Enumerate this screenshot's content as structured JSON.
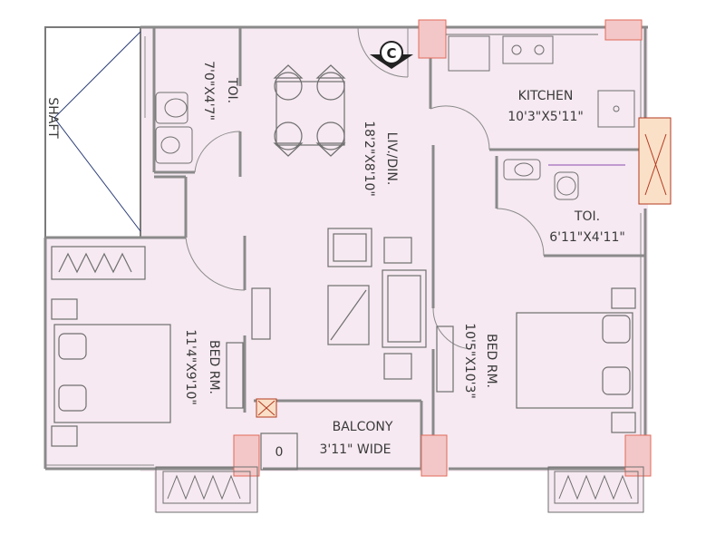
{
  "colors": {
    "floor": "#f6e9f1",
    "wall": "#8a8a8a",
    "column": "#f3c7c7",
    "column_stroke": "#e06a5a",
    "line": "#6f6f6f",
    "shaft_line": "#2d3f7a",
    "accent": "#b23a1f"
  },
  "compass": {
    "label": "C",
    "icon": "compass-marker-icon"
  },
  "rooms": {
    "shaft": {
      "name": "SHAFT"
    },
    "toilet1": {
      "name": "TOI.",
      "dims": "7'0\"X4'7\""
    },
    "living": {
      "name": "LIV./DIN.",
      "dims": "18'2\"X8'10\""
    },
    "kitchen": {
      "name": "KITCHEN",
      "dims": "10'3\"X5'11\""
    },
    "toilet2": {
      "name": "TOI.",
      "dims": "6'11\"X4'11\""
    },
    "bed1": {
      "name": "BED RM.",
      "dims": "11'4\"X9'10\""
    },
    "bed2": {
      "name": "BED RM.",
      "dims": "10'5\"X10'3\""
    },
    "balcony": {
      "name": "BALCONY",
      "dims": "3'11\" WIDE"
    }
  },
  "fixtures": {
    "washer_label": "0"
  }
}
